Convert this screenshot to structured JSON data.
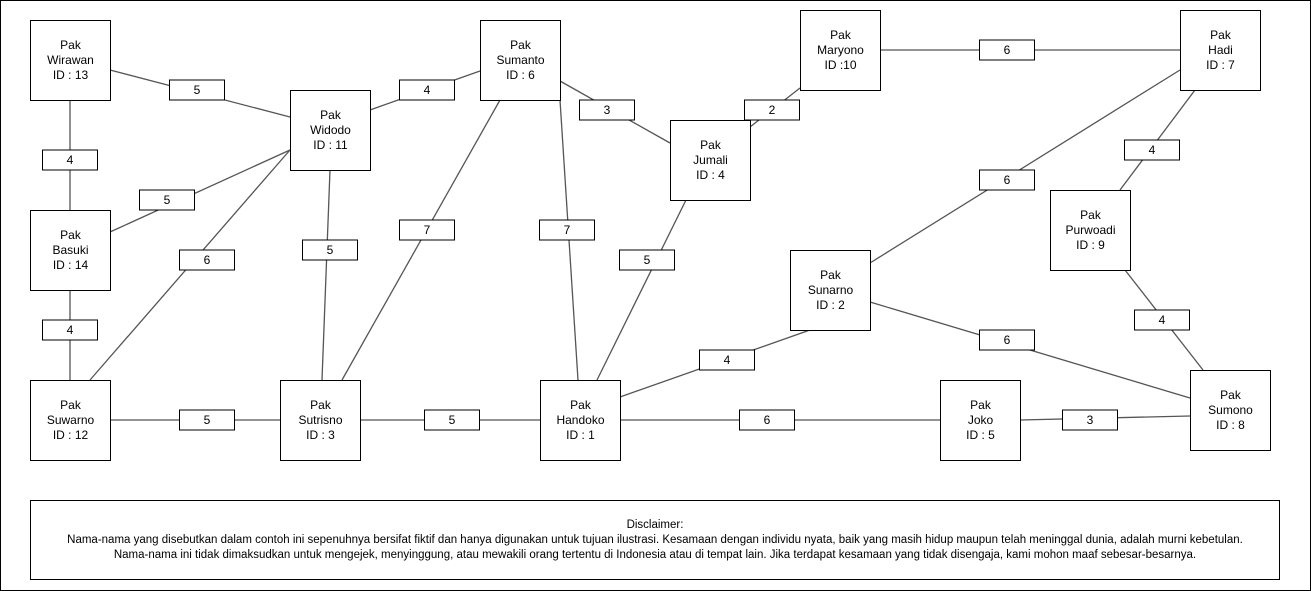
{
  "nodes": [
    {
      "key": "n13",
      "lines": [
        "Pak",
        "Wirawan",
        "ID : 13"
      ]
    },
    {
      "key": "n11",
      "lines": [
        "Pak",
        "Widodo",
        "ID : 11"
      ]
    },
    {
      "key": "n6",
      "lines": [
        "Pak",
        "Sumanto",
        "ID : 6"
      ]
    },
    {
      "key": "n10",
      "lines": [
        "Pak",
        "Maryono",
        "ID :10"
      ]
    },
    {
      "key": "n7",
      "lines": [
        "Pak",
        "Hadi",
        "ID : 7"
      ]
    },
    {
      "key": "n14",
      "lines": [
        "Pak",
        "Basuki",
        "ID : 14"
      ]
    },
    {
      "key": "n4",
      "lines": [
        "Pak",
        "Jumali",
        "ID : 4"
      ]
    },
    {
      "key": "n9",
      "lines": [
        "Pak",
        "Purwoadi",
        "ID : 9"
      ]
    },
    {
      "key": "n2",
      "lines": [
        "Pak",
        "Sunarno",
        "ID : 2"
      ]
    },
    {
      "key": "n12",
      "lines": [
        "Pak",
        "Suwarno",
        "ID : 12"
      ]
    },
    {
      "key": "n3",
      "lines": [
        "Pak",
        "Sutrisno",
        "ID : 3"
      ]
    },
    {
      "key": "n1",
      "lines": [
        "Pak",
        "Handoko",
        "ID : 1"
      ]
    },
    {
      "key": "n5",
      "lines": [
        "Pak",
        "Joko",
        "ID : 5"
      ]
    },
    {
      "key": "n8",
      "lines": [
        "Pak",
        "Sumono",
        "ID : 8"
      ]
    }
  ],
  "edges": [
    {
      "from": "n13",
      "to": "n11",
      "weight": "5"
    },
    {
      "from": "n13",
      "to": "n14",
      "weight": "4"
    },
    {
      "from": "n11",
      "to": "n6",
      "weight": "4"
    },
    {
      "from": "n11",
      "to": "n14",
      "weight": "5"
    },
    {
      "from": "n11",
      "to": "n12",
      "weight": "6"
    },
    {
      "from": "n11",
      "to": "n3",
      "weight": "5"
    },
    {
      "from": "n6",
      "to": "n4",
      "weight": "3"
    },
    {
      "from": "n6",
      "to": "n3",
      "weight": "7"
    },
    {
      "from": "n6",
      "to": "n1",
      "weight": "7"
    },
    {
      "from": "n10",
      "to": "n7",
      "weight": "6"
    },
    {
      "from": "n10",
      "to": "n4",
      "weight": "2"
    },
    {
      "from": "n7",
      "to": "n9",
      "weight": "4"
    },
    {
      "from": "n7",
      "to": "n2",
      "weight": "6"
    },
    {
      "from": "n14",
      "to": "n12",
      "weight": "4"
    },
    {
      "from": "n4",
      "to": "n1",
      "weight": "5"
    },
    {
      "from": "n9",
      "to": "n8",
      "weight": "4"
    },
    {
      "from": "n2",
      "to": "n1",
      "weight": "4"
    },
    {
      "from": "n2",
      "to": "n8",
      "weight": "6"
    },
    {
      "from": "n12",
      "to": "n3",
      "weight": "5"
    },
    {
      "from": "n3",
      "to": "n1",
      "weight": "5"
    },
    {
      "from": "n1",
      "to": "n5",
      "weight": "6"
    },
    {
      "from": "n5",
      "to": "n8",
      "weight": "3"
    }
  ],
  "disclaimer": {
    "title": "Disclaimer:",
    "line1": "Nama-nama yang disebutkan dalam contoh ini sepenuhnya bersifat fiktif dan hanya digunakan untuk tujuan ilustrasi. Kesamaan dengan individu nyata, baik yang masih hidup maupun telah meninggal dunia, adalah murni kebetulan.",
    "line2": "Nama-nama ini tidak dimaksudkan untuk mengejek, menyinggung, atau mewakili orang tertentu di Indonesia atau di tempat lain. Jika terdapat kesamaan yang tidak disengaja, kami mohon maaf sebesar-besarnya."
  }
}
